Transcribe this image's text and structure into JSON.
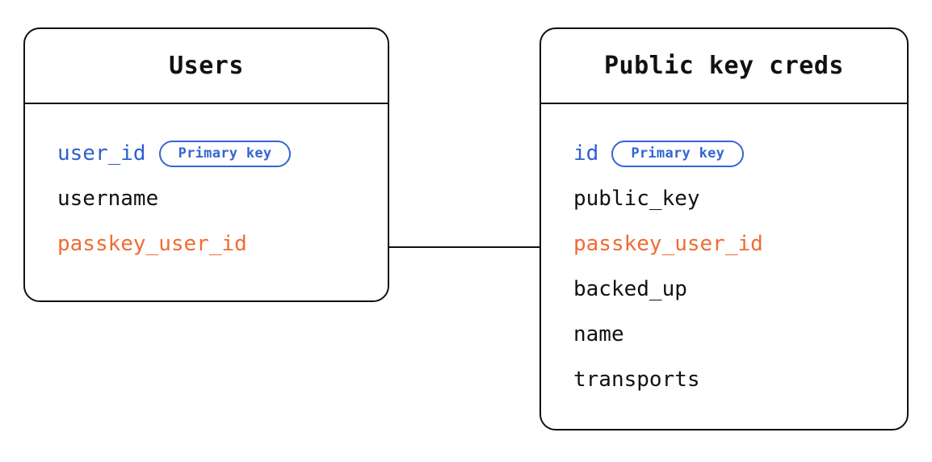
{
  "diagram": {
    "type": "entity-relationship-diagram",
    "background_color": "#ffffff",
    "colors": {
      "border": "#111111",
      "text": "#111111",
      "primary_key": "#2f5fd0",
      "badge_border": "#3465d4",
      "foreign_key": "#ef6c33"
    },
    "entities": [
      {
        "id": "users",
        "title": "Users",
        "fields": [
          {
            "name": "user_id",
            "role": "primary",
            "badge": "Primary key"
          },
          {
            "name": "username",
            "role": "plain",
            "badge": null
          },
          {
            "name": "passkey_user_id",
            "role": "foreign",
            "badge": null
          }
        ]
      },
      {
        "id": "public-key-creds",
        "title": "Public key creds",
        "fields": [
          {
            "name": "id",
            "role": "primary",
            "badge": "Primary key"
          },
          {
            "name": "public_key",
            "role": "plain",
            "badge": null
          },
          {
            "name": "passkey_user_id",
            "role": "foreign",
            "badge": null
          },
          {
            "name": "backed_up",
            "role": "plain",
            "badge": null
          },
          {
            "name": "name",
            "role": "plain",
            "badge": null
          },
          {
            "name": "transports",
            "role": "plain",
            "badge": null
          }
        ]
      }
    ],
    "relationships": [
      {
        "from": "users.passkey_user_id",
        "to": "public-key-creds.passkey_user_id",
        "style": "solid-line"
      }
    ]
  }
}
